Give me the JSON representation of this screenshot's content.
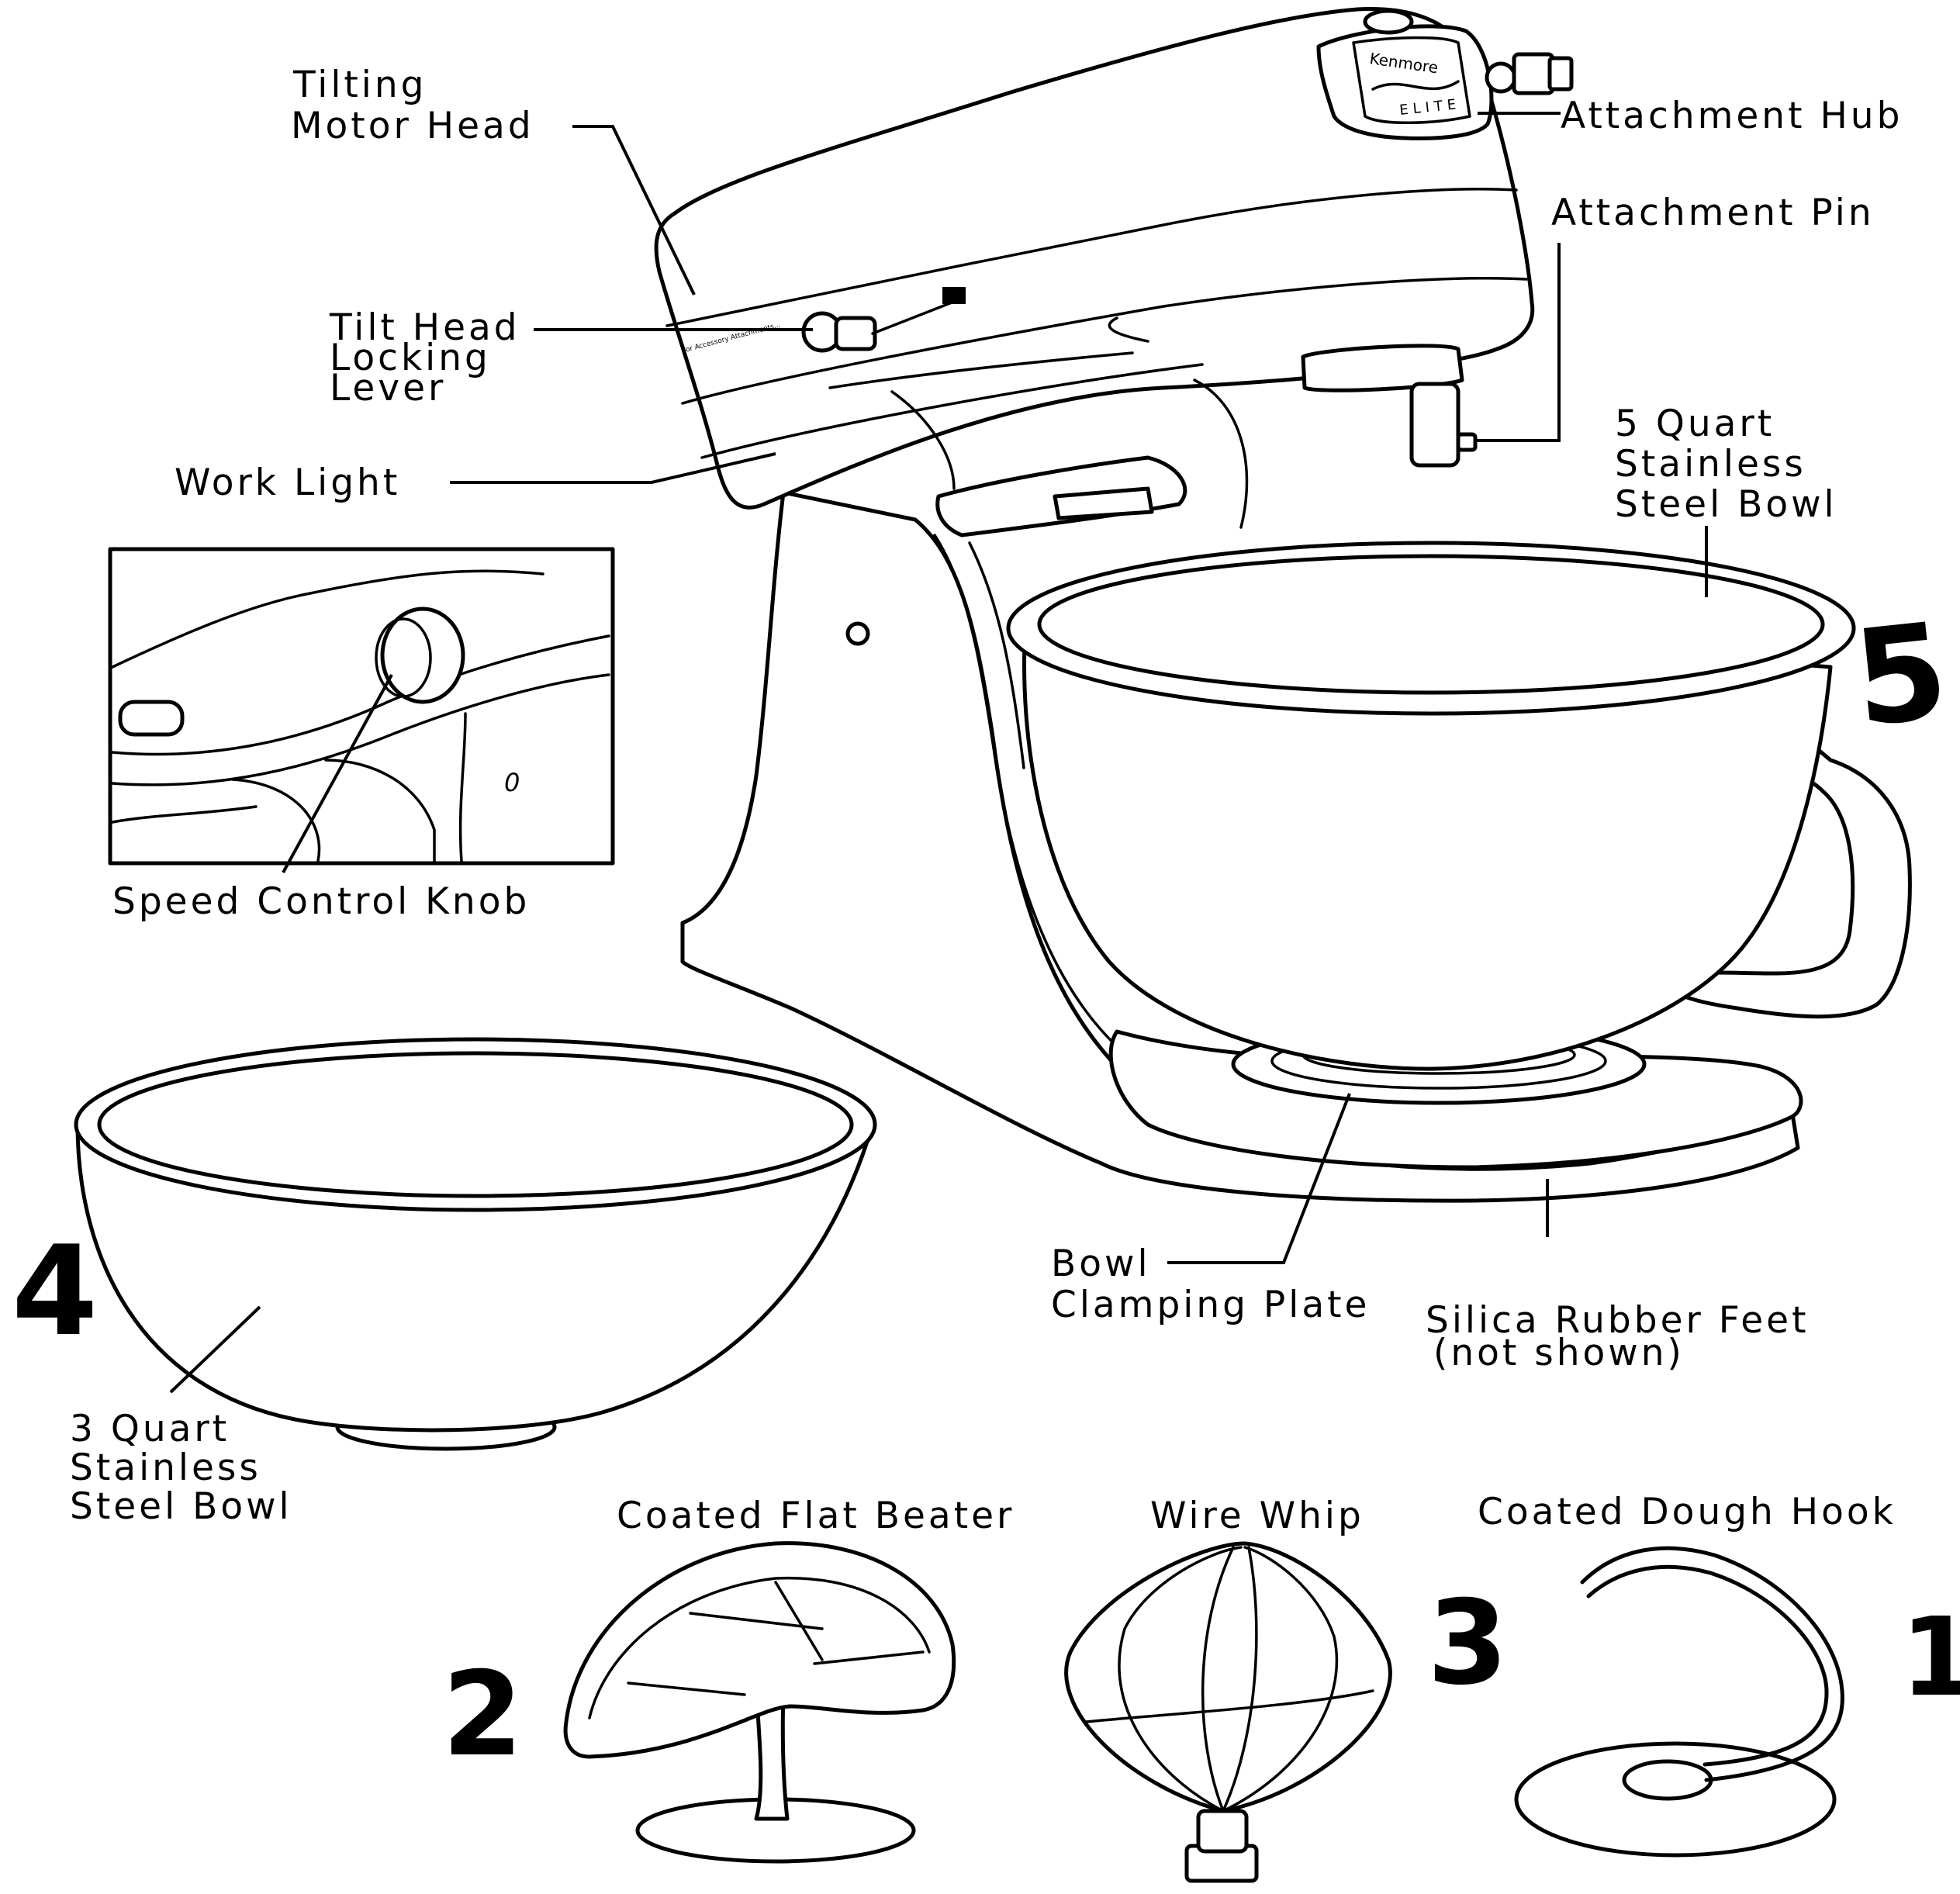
{
  "labels": {
    "tilting_motor_head": [
      "Tilting",
      "Motor Head"
    ],
    "attachment_hub": "Attachment Hub",
    "attachment_pin": "Attachment Pin",
    "tilt_head_locking_lever": [
      "Tilt Head",
      "Locking",
      "Lever"
    ],
    "work_light": "Work Light",
    "bowl_5qt": [
      "5 Quart",
      "Stainless",
      "Steel Bowl"
    ],
    "speed_control_knob": "Speed Control Knob",
    "bowl_clamping_plate": [
      "Bowl",
      "Clamping Plate"
    ],
    "silica_rubber_feet": [
      "Silica Rubber Feet",
      "(not shown)"
    ],
    "bowl_3qt": [
      "3 Quart",
      "Stainless",
      "Steel Bowl"
    ],
    "coated_flat_beater": "Coated Flat Beater",
    "wire_whip": "Wire Whip",
    "coated_dough_hook": "Coated Dough Hook"
  },
  "handwritten_numbers": {
    "n1": "1",
    "n2": "2",
    "n3": "3",
    "n4": "4",
    "n5": "5"
  },
  "logo": {
    "brand": "Kenmore",
    "line": "ELITE"
  }
}
